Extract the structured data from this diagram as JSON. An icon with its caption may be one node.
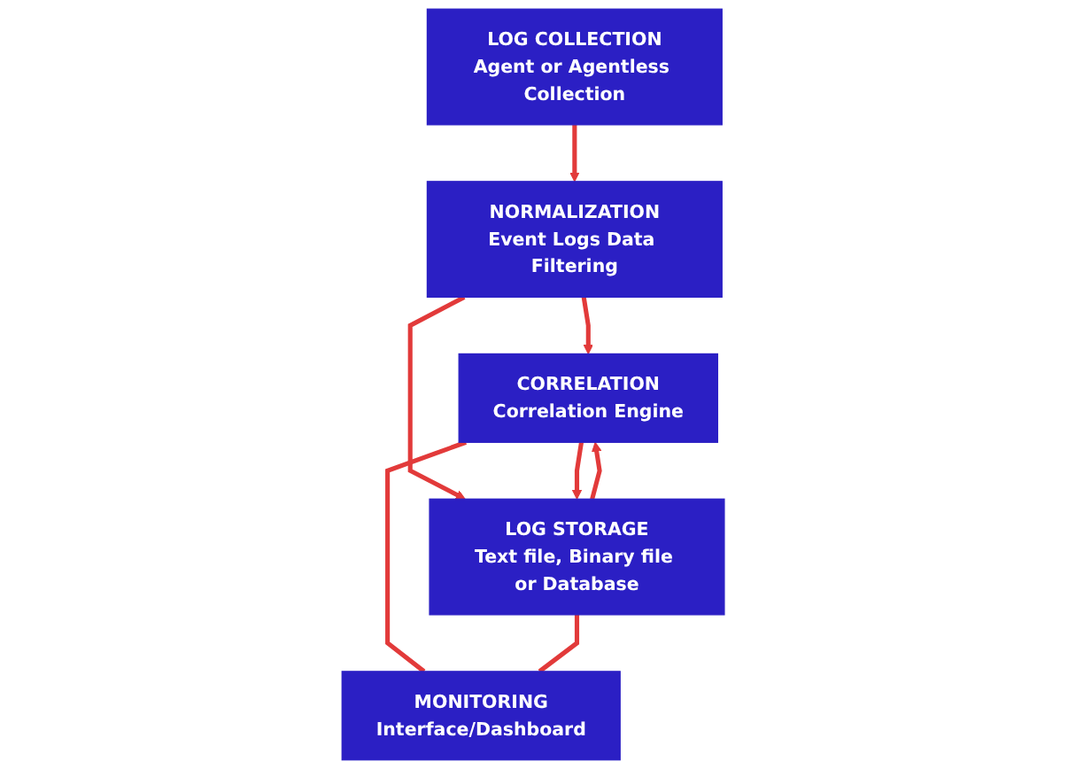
{
  "diagram": {
    "nodes": [
      {
        "text": [
          "LOG COLLECTION",
          "Agent or Agentless Collection"
        ]
      },
      {
        "text": [
          "NORMALIZATION",
          "Event Logs Data Filtering"
        ]
      },
      {
        "text": [
          "CORRELATION",
          "Correlation Engine"
        ]
      },
      {
        "text": [
          "LOG STORAGE",
          "Text file, Binary file or Database"
        ]
      },
      {
        "text": [
          "MONITORING",
          "Interface/Dashboard"
        ]
      }
    ],
    "edges": [
      {
        "from": 0,
        "to": 1,
        "arrow": "to"
      },
      {
        "from": 1,
        "to": 2,
        "arrow": "to"
      },
      {
        "from": 1,
        "to": 3,
        "arrow": "to"
      },
      {
        "from": 3,
        "to": 2,
        "arrow": "to"
      },
      {
        "from": 2,
        "to": 3,
        "arrow": "to"
      },
      {
        "from": 2,
        "to": 4,
        "arrow": "none"
      },
      {
        "from": 3,
        "to": 4,
        "arrow": "none"
      }
    ]
  }
}
